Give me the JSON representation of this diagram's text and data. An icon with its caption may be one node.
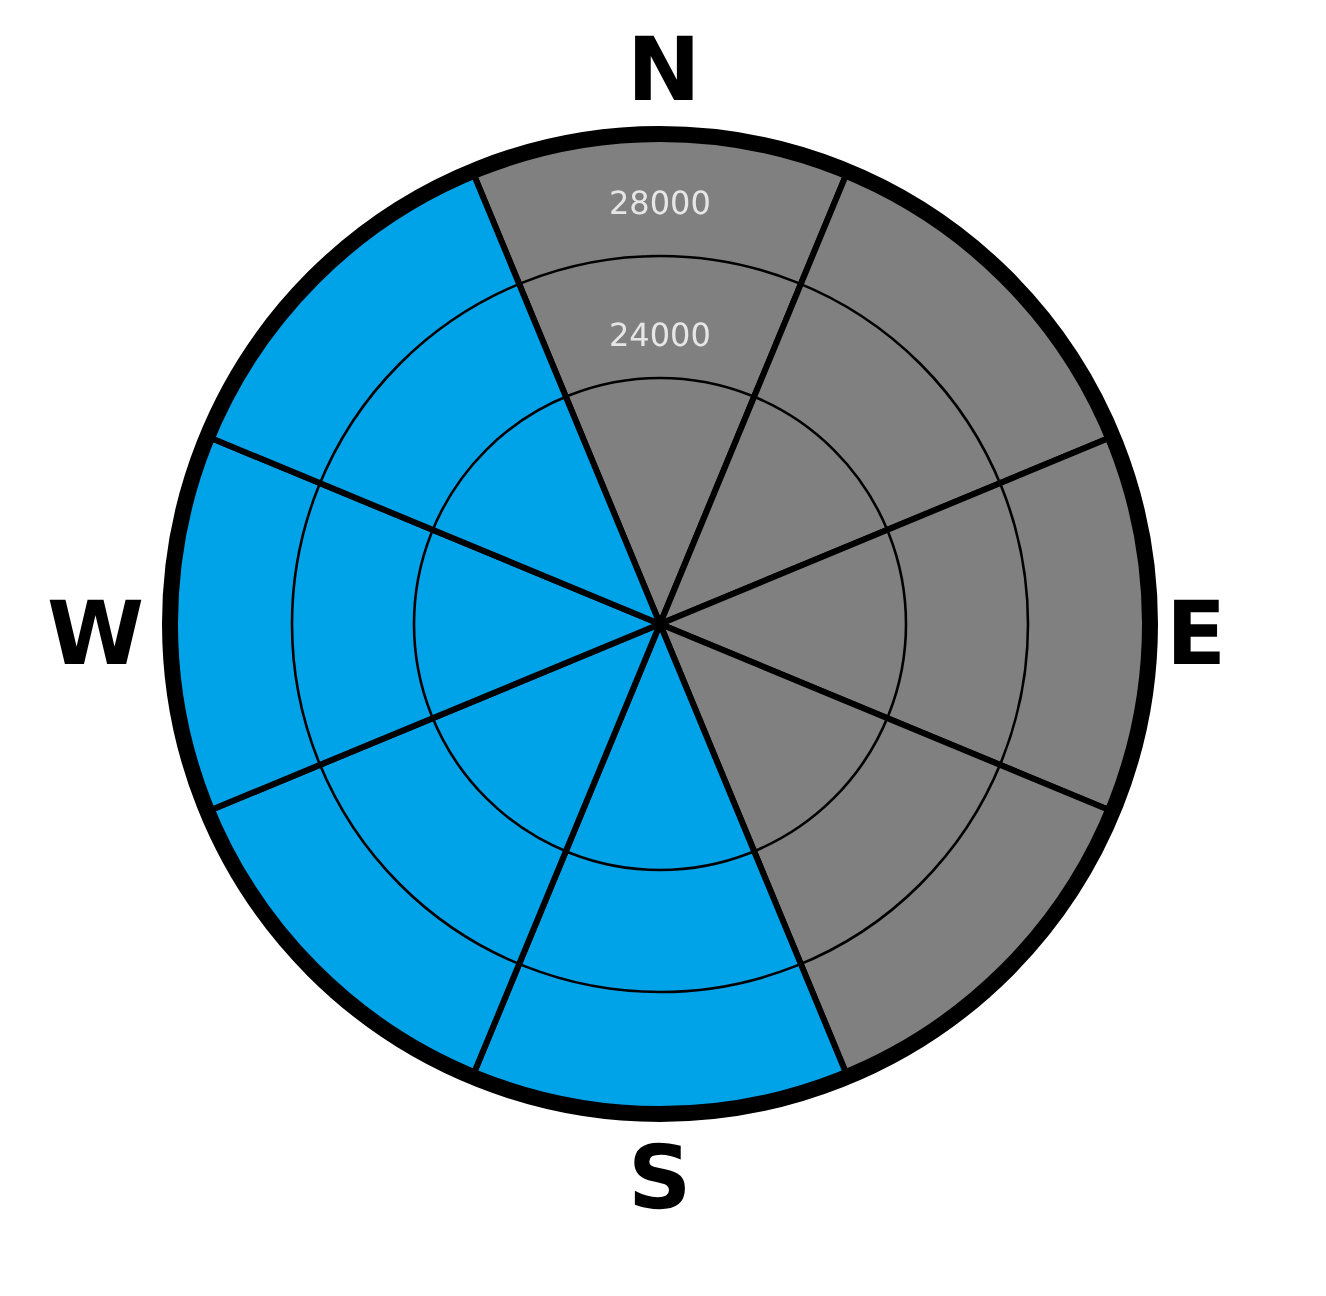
{
  "diagram": {
    "labels": [
      "N",
      "28000",
      "24000",
      "W",
      "E",
      "S"
    ]
  }
}
